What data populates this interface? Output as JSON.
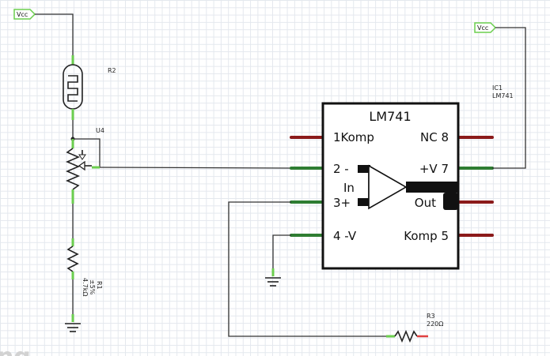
{
  "power": {
    "vcc_left": "Vcc",
    "vcc_right": "Vcc"
  },
  "components": {
    "ldr": {
      "ref": "R2"
    },
    "pot": {
      "ref": "U4"
    },
    "r1": {
      "ref": "R1",
      "tolerance": "±5%",
      "value": "4.7kΩ"
    },
    "r3": {
      "ref": "R3",
      "value": "220Ω"
    },
    "ic": {
      "ref": "IC1",
      "part": "LM741",
      "title": "LM741",
      "pins": {
        "p1": "1Komp",
        "p2": "2 -",
        "p3": "3+",
        "p4": "4 -V",
        "p5": "Komp 5",
        "p6": "Out",
        "p7": "+V 7",
        "p8": "NC 8"
      },
      "in_label": "In"
    }
  },
  "watermark": "ng",
  "colors": {
    "connected_lead": "#2e7d32",
    "unconnected_lead": "#8b1a1a",
    "vcc_flag": "#6ccf4f"
  }
}
